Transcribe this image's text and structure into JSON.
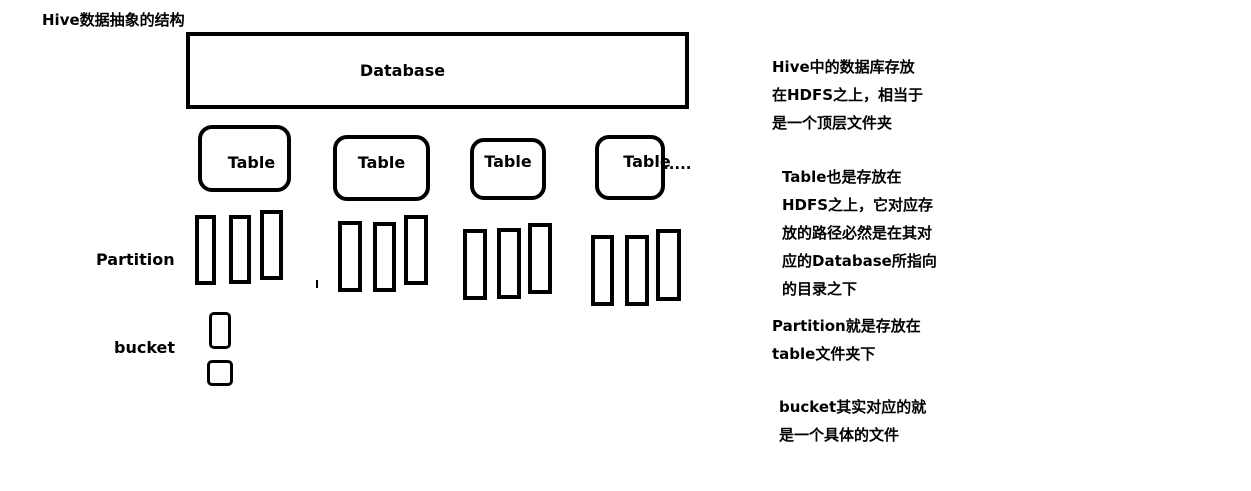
{
  "title": "Hive数据抽象的结构",
  "database_label": "Database",
  "table_label": "Table",
  "ellipsis": ".....",
  "partition_label": "Partition",
  "bucket_label": "bucket",
  "notes": {
    "database": [
      "Hive中的数据库存放",
      "在HDFS之上，相当于",
      "是一个顶层文件夹"
    ],
    "table": [
      "Table也是存放在",
      "HDFS之上，它对应存",
      "放的路径必然是在其对",
      "应的Database所指向",
      "的目录之下"
    ],
    "partition": [
      "Partition就是存放在",
      "table文件夹下"
    ],
    "bucket": [
      "bucket其实对应的就",
      "是一个具体的文件"
    ]
  }
}
